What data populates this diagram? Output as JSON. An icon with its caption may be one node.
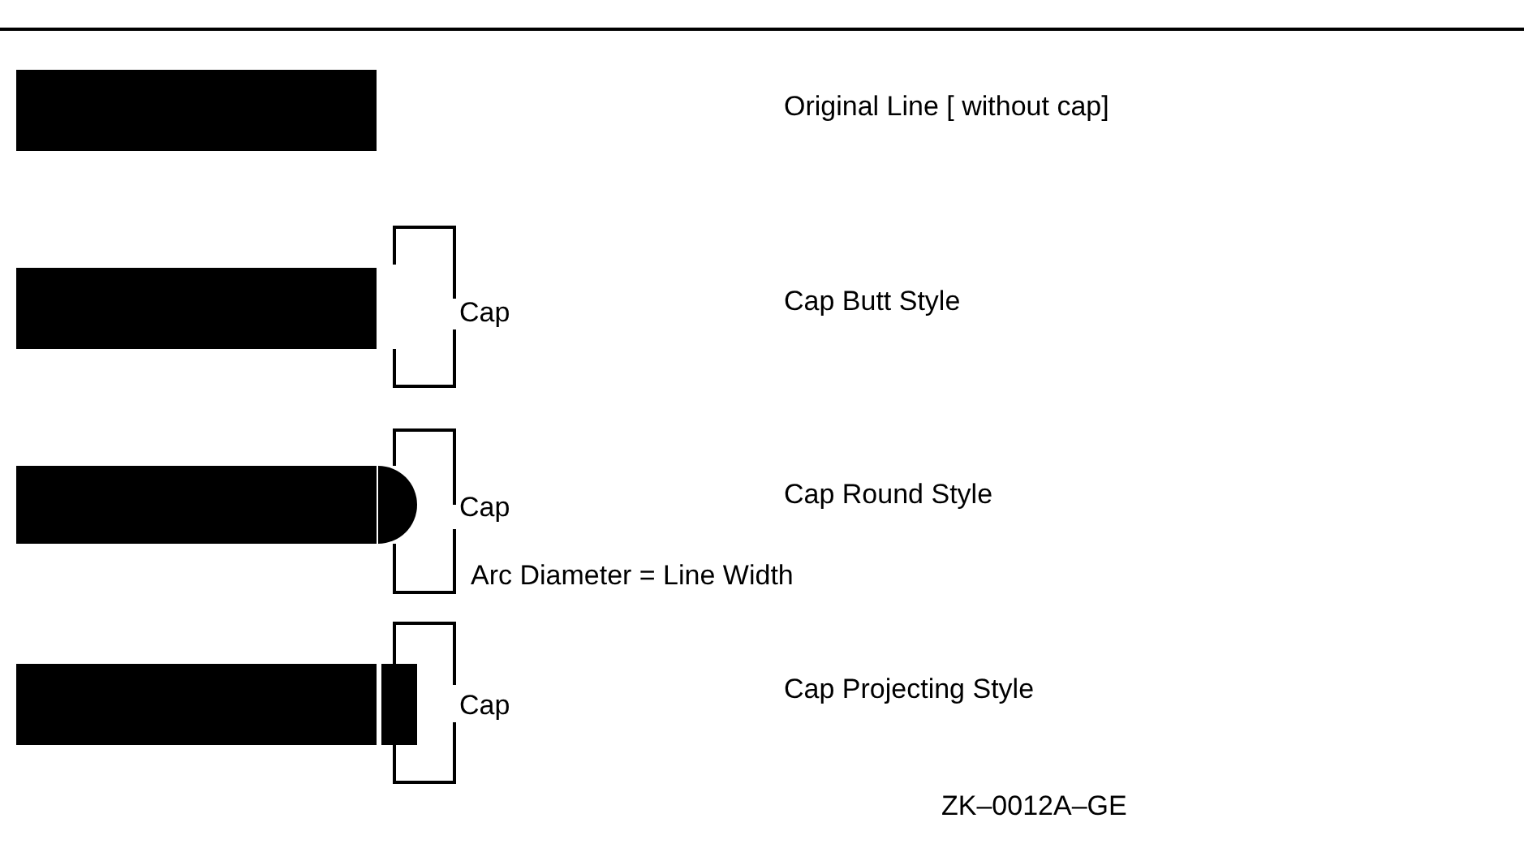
{
  "diagram": {
    "labels": [
      "Original Line [ without cap]",
      "Cap",
      "Cap Butt Style",
      "Cap",
      "Cap Round Style",
      "Arc Diameter = Line Width",
      "Cap",
      "Cap Projecting Style",
      "ZK–0012A–GE"
    ]
  }
}
